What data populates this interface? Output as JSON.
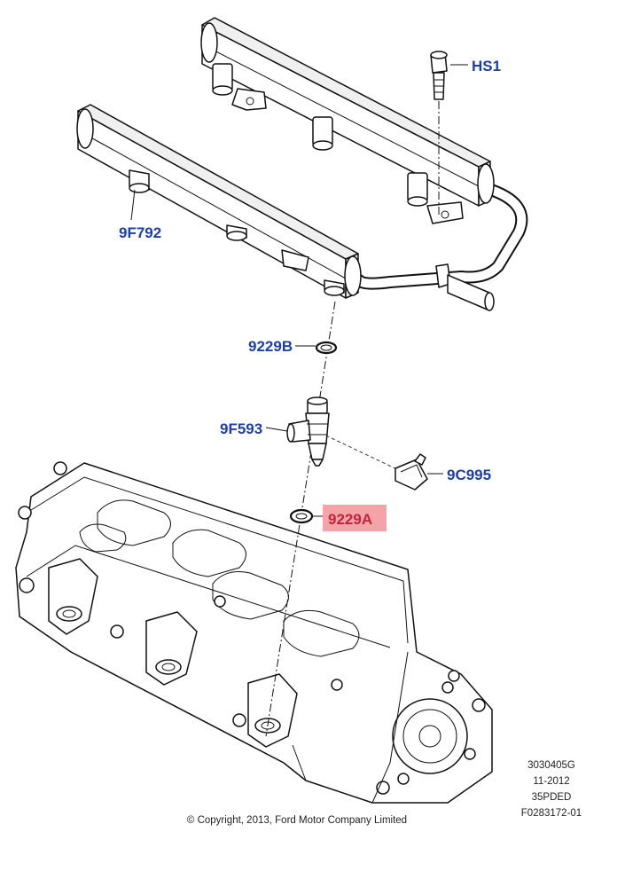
{
  "callouts": {
    "hs1": "HS1",
    "fuel_rail": "9F792",
    "o_ring_upper": "9229B",
    "injector": "9F593",
    "clip": "9C995",
    "o_ring_lower": "9229A"
  },
  "highlight": {
    "callout": "o_ring_lower",
    "color": "#f4a3a8"
  },
  "meta_block": {
    "line1": "3030405G",
    "line2": "11-2012",
    "line3": "35PDED",
    "line4": "F0283172-01"
  },
  "copyright": "© Copyright, 2013, Ford Motor Company Limited"
}
